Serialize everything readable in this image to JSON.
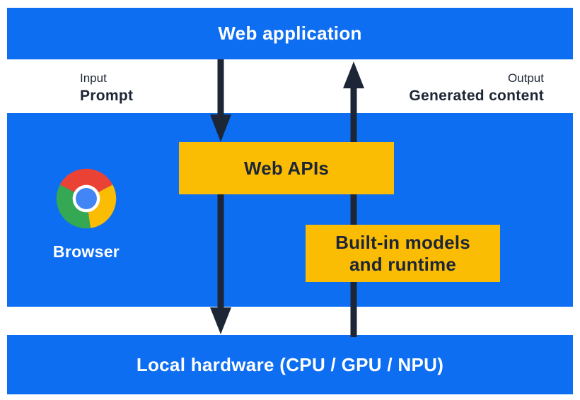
{
  "colors": {
    "panel_blue": "#0d6ef2",
    "box_yellow": "#fbbc04",
    "ink": "#1d2636",
    "chrome_red": "#ea4335",
    "chrome_yellow": "#fbbc04",
    "chrome_green": "#34a853",
    "chrome_blue": "#4285f4"
  },
  "top_bar": {
    "label": "Web application"
  },
  "io": {
    "input_title": "Input",
    "input_value": "Prompt",
    "output_title": "Output",
    "output_value": "Generated content"
  },
  "browser_panel": {
    "browser_label": "Browser",
    "web_apis_label": "Web APIs",
    "builtin_models_lines": [
      "Built-in models",
      "and runtime"
    ]
  },
  "bottom_bar": {
    "label": "Local hardware (CPU / GPU / NPU)"
  },
  "icons": {
    "chrome": "chrome-browser-logo",
    "down_arrow": "arrow-down-prompt-flow",
    "up_arrow": "arrow-up-generated-content-flow"
  }
}
